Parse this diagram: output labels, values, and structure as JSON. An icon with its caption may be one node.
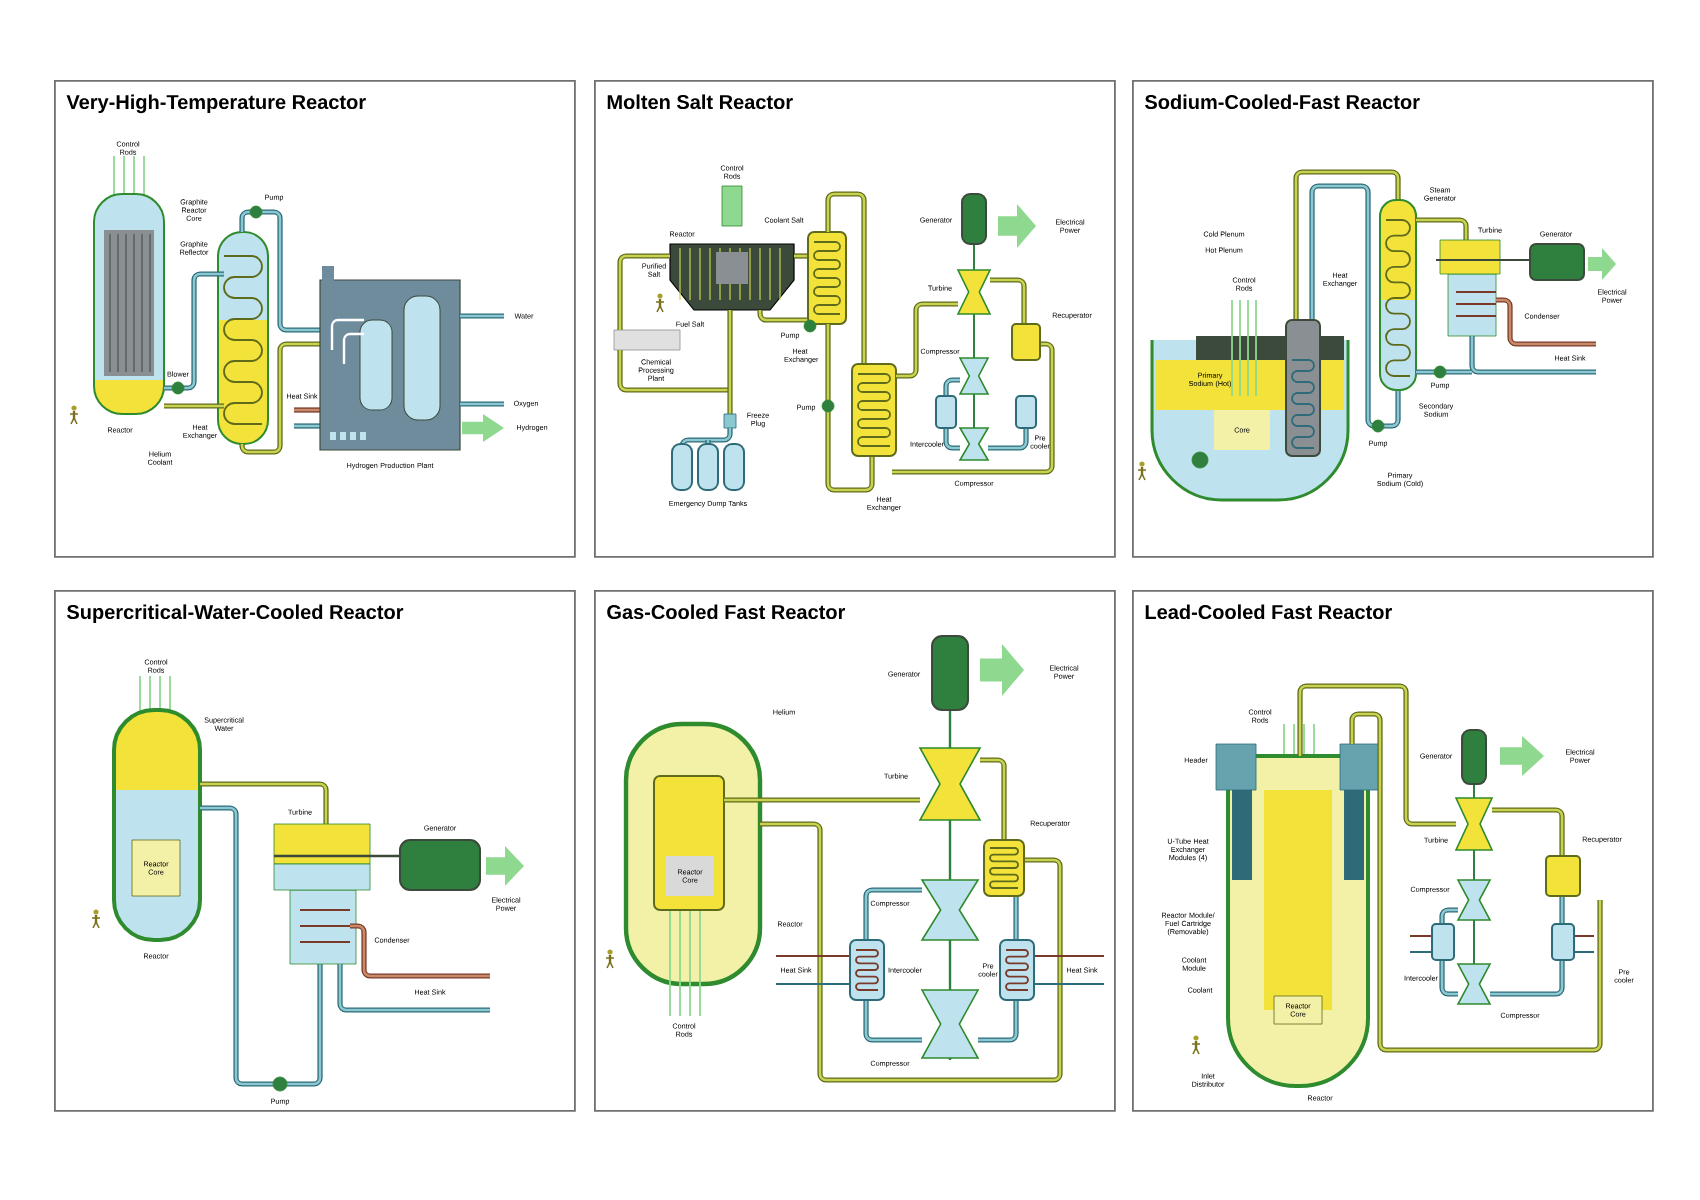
{
  "diagram": {
    "nodes": [
      {
        "text": [
          "Very-High-Temperature Reactor"
        ]
      },
      {
        "text": [
          "Molten Salt Reactor"
        ]
      },
      {
        "text": [
          "Sodium-Cooled-Fast Reactor"
        ]
      },
      {
        "text": [
          "Supercritical-Water-Cooled Reactor"
        ]
      },
      {
        "text": [
          "Gas-Cooled Fast Reactor"
        ]
      },
      {
        "text": [
          "Lead-Cooled Fast Reactor"
        ]
      }
    ],
    "labels": [
      "Control Rods",
      "Pump",
      "Graphite Reactor Core",
      "Graphite Reflector",
      "Water",
      "Blower",
      "Heat Sink",
      "Oxygen",
      "Reactor",
      "Heat Exchanger",
      "Hydrogen",
      "Helium Coolant",
      "Hydrogen Production Plant",
      "Control Rods",
      "Reactor",
      "Coolant Salt",
      "Generator",
      "Electrical Power",
      "Purified Salt",
      "Turbine",
      "Fuel Salt",
      "Pump",
      "Heat Exchanger",
      "Recuperator",
      "Chemical Processing Plant",
      "Compressor",
      "Freeze Plug",
      "Pump",
      "Intercooler",
      "Pre cooler",
      "Compressor",
      "Heat Exchanger",
      "Emergency Dump Tanks",
      "Cold Plenum",
      "Hot Plenum",
      "Steam Generator",
      "Turbine",
      "Generator",
      "Electrical Power",
      "Control Rods",
      "Heat Exchanger",
      "Condenser",
      "Primary Sodium (Hot)",
      "Pump",
      "Heat Sink",
      "Secondary Sodium",
      "Pump",
      "Core",
      "Primary Sodium (Cold)",
      "Control Rods",
      "Supercritical Water",
      "Turbine",
      "Generator",
      "Reactor Core",
      "Electrical Power",
      "Condenser",
      "Reactor",
      "Heat Sink",
      "Pump",
      "Generator",
      "Electrical Power",
      "Helium",
      "Turbine",
      "Recuperator",
      "Reactor Core",
      "Compressor",
      "Reactor",
      "Heat Sink",
      "Intercooler",
      "Pre cooler",
      "Heat Sink",
      "Compressor",
      "Control Rods",
      "Control Rods",
      "Generator",
      "Electrical Power",
      "Header",
      "Turbine",
      "U-Tube Heat Exchanger Modules (4)",
      "Recuperator",
      "Compressor",
      "Reactor Module/ Fuel Cartridge (Removable)",
      "Coolant Module",
      "Coolant",
      "Reactor Core",
      "Intercooler",
      "Pre cooler",
      "Compressor",
      "Inlet Distributor",
      "Reactor"
    ]
  }
}
